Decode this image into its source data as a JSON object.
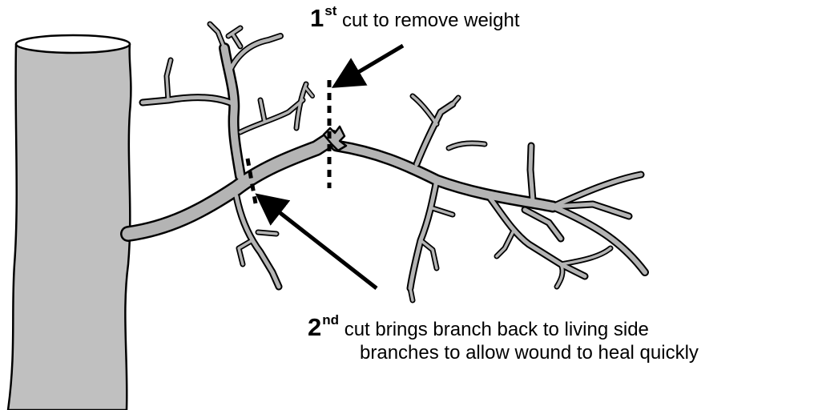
{
  "labels": {
    "first_cut": {
      "number": "1",
      "suffix": "st",
      "text": "cut to remove weight"
    },
    "second_cut": {
      "number": "2",
      "suffix": "nd",
      "line1": "cut brings branch back to living side",
      "line2": "branches to allow wound to heal quickly"
    }
  },
  "colors": {
    "trunk_fill": "#c0c0c0",
    "branch_fill": "#b4b4b4",
    "outline": "#000000",
    "cut_line": "#000000",
    "arrow": "#000000"
  }
}
